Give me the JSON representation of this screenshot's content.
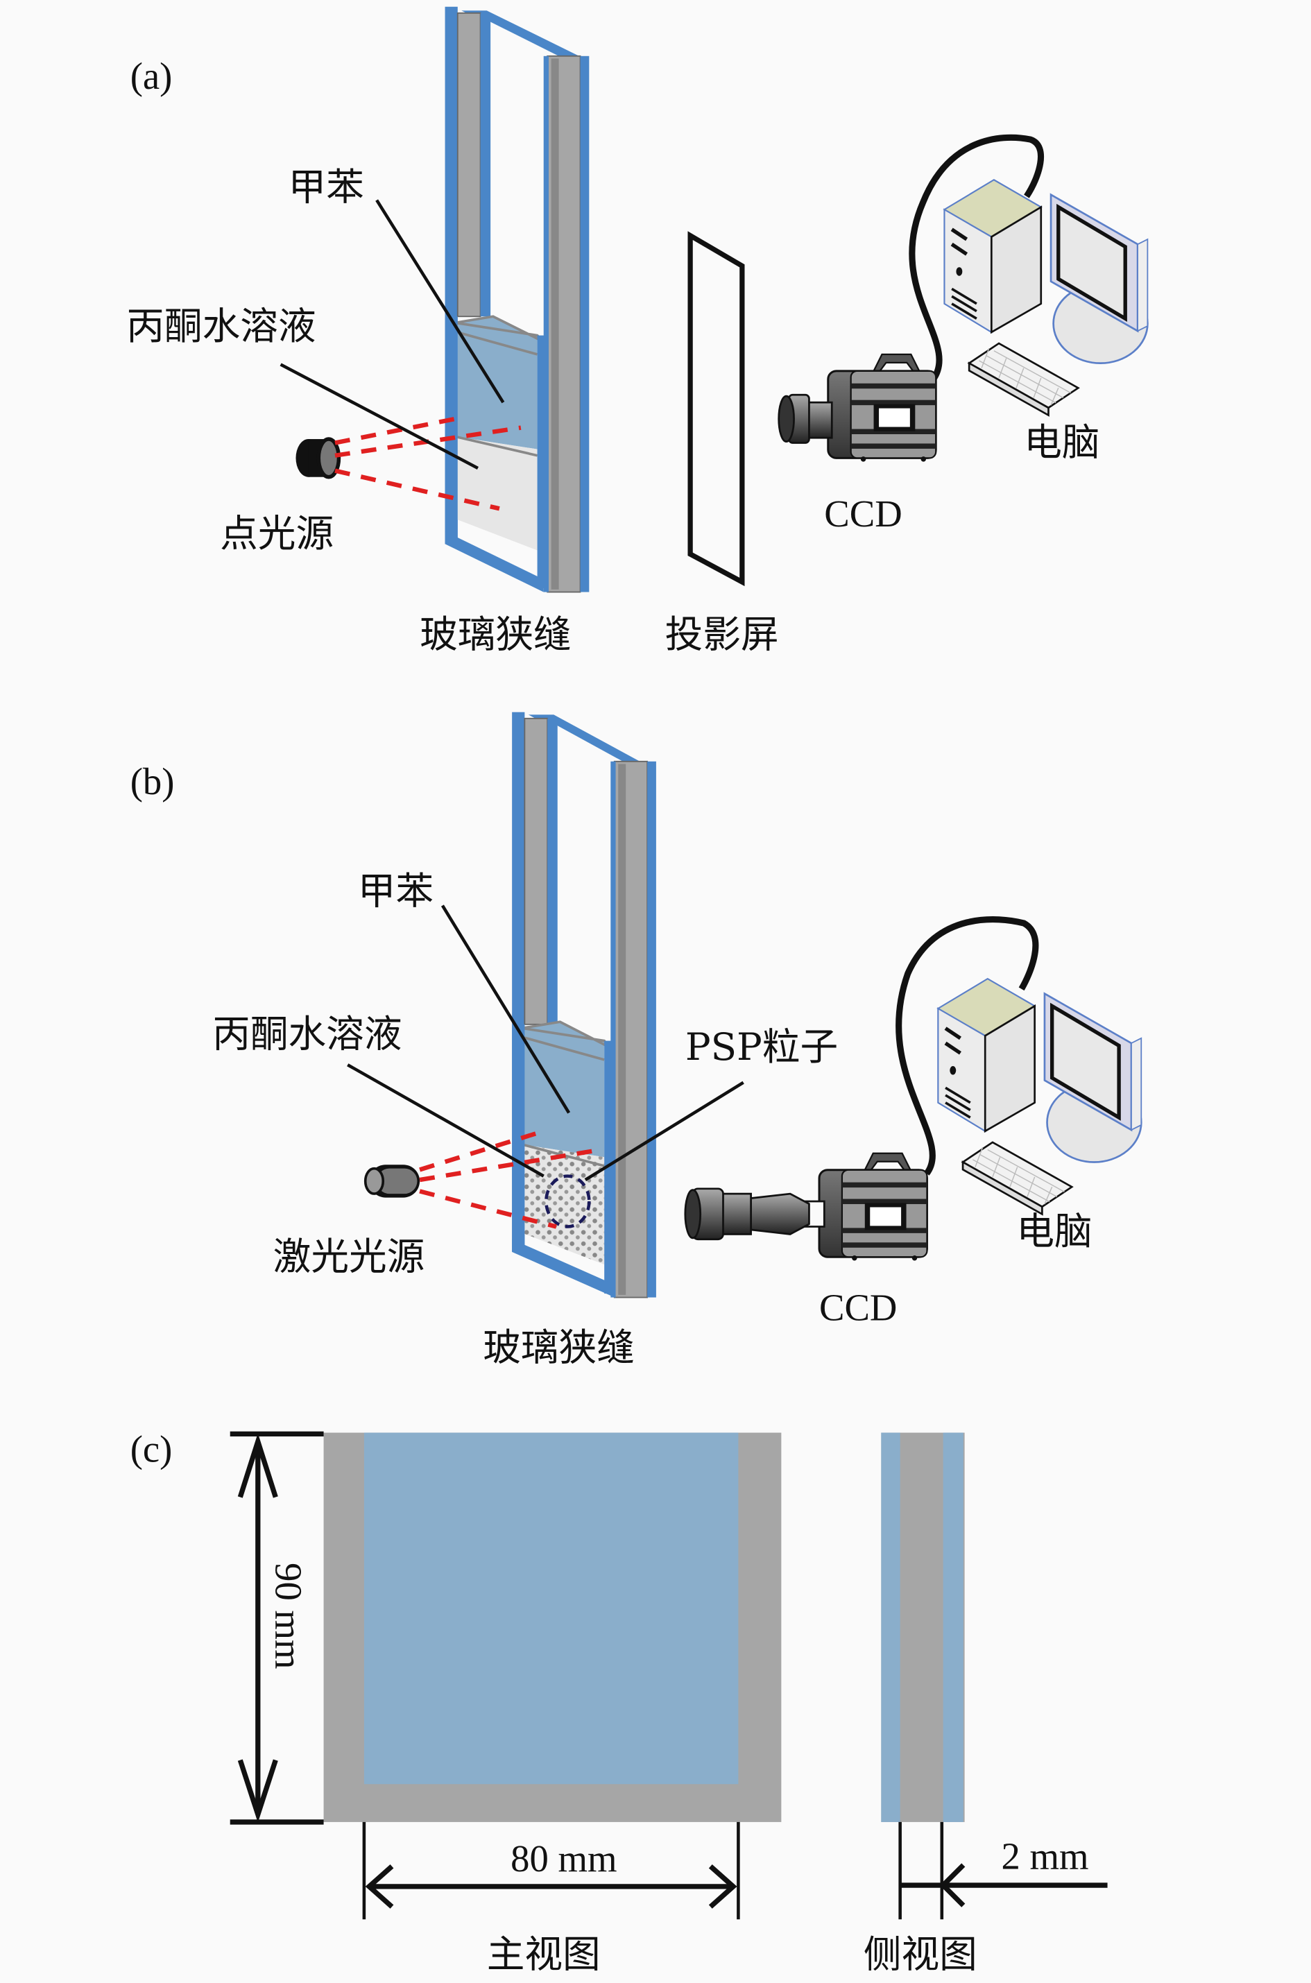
{
  "figure": {
    "colors": {
      "frame_blue": "#4a86c8",
      "rail_gray": "#a6a6a6",
      "toluene_blue": "#8aaecb",
      "acetone_white": "#e8e8e8",
      "laser_red": "#e02020",
      "cable_black": "#111111",
      "background": "#fafafa"
    },
    "panel_a": {
      "tag": "(a)",
      "labels": {
        "toluene": "甲苯",
        "acetone_solution": "丙酮水溶液",
        "point_light": "点光源",
        "glass_slit": "玻璃狭缝",
        "projection_screen": "投影屏",
        "ccd": "CCD",
        "computer": "电脑"
      }
    },
    "panel_b": {
      "tag": "(b)",
      "labels": {
        "toluene": "甲苯",
        "acetone_solution": "丙酮水溶液",
        "psp_particles": "PSP粒子",
        "laser_source": "激光光源",
        "glass_slit": "玻璃狭缝",
        "ccd": "CCD",
        "computer": "电脑"
      }
    },
    "panel_c": {
      "tag": "(c)",
      "height_dim": "90 mm",
      "width_dim": "80 mm",
      "gap_dim": "2 mm",
      "front_view": "主视图",
      "side_view": "侧视图"
    }
  }
}
